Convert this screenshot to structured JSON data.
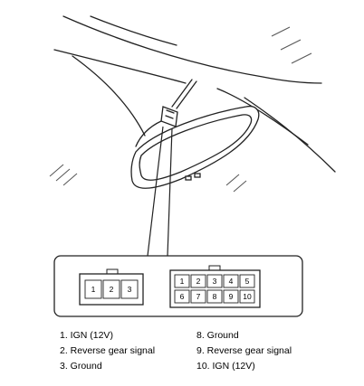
{
  "connectors": {
    "left": {
      "pins": [
        "1",
        "2",
        "3"
      ]
    },
    "right": {
      "pins_top": [
        "1",
        "2",
        "3",
        "4",
        "5"
      ],
      "pins_bottom": [
        "6",
        "7",
        "8",
        "9",
        "10"
      ]
    }
  },
  "legend": {
    "left": [
      "1. IGN (12V)",
      "2. Reverse gear signal",
      "3. Ground"
    ],
    "right": [
      "8. Ground",
      "9. Reverse gear signal",
      "10. IGN (12V)"
    ]
  }
}
